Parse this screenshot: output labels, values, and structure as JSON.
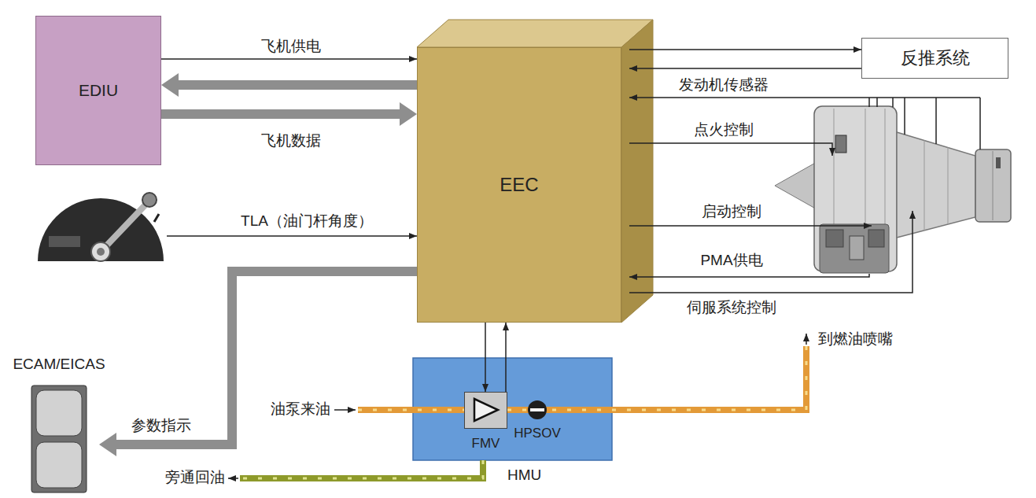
{
  "diagram": {
    "nodes": [
      {
        "text": [
          "EDIU"
        ]
      },
      {
        "text": [
          "EEC"
        ]
      },
      {
        "text": [
          "反推系统"
        ]
      },
      {
        "text": [
          "ECAM/EICAS"
        ]
      },
      {
        "text": [
          "HMU"
        ]
      },
      {
        "text": [
          "FMV"
        ],
        "in": 4
      },
      {
        "text": [
          "HPSOV"
        ],
        "in": 4
      }
    ],
    "edges": [
      {
        "from": 0,
        "to": 1,
        "arrow": "to",
        "label": "飞机供电"
      },
      {
        "from": 1,
        "to": 0,
        "arrow": "to"
      },
      {
        "from": 0,
        "to": 1,
        "arrow": "to",
        "label": "飞机数据"
      },
      {
        "from": 1,
        "to": 2,
        "arrow": "to"
      },
      {
        "from": 2,
        "to": 1,
        "arrow": "to"
      },
      {
        "from": 1,
        "to": 3,
        "arrow": "to",
        "label": "参数指示"
      },
      {
        "from": 1,
        "to": 5,
        "arrow": "to"
      },
      {
        "from": 5,
        "to": 1,
        "arrow": "to"
      }
    ],
    "labels": [
      "TLA（油门杆角度）",
      "发动机传感器",
      "点火控制",
      "启动控制",
      "PMA供电",
      "伺服系统控制",
      "油泵来油",
      "到燃油喷嘴",
      "旁通回油"
    ]
  }
}
